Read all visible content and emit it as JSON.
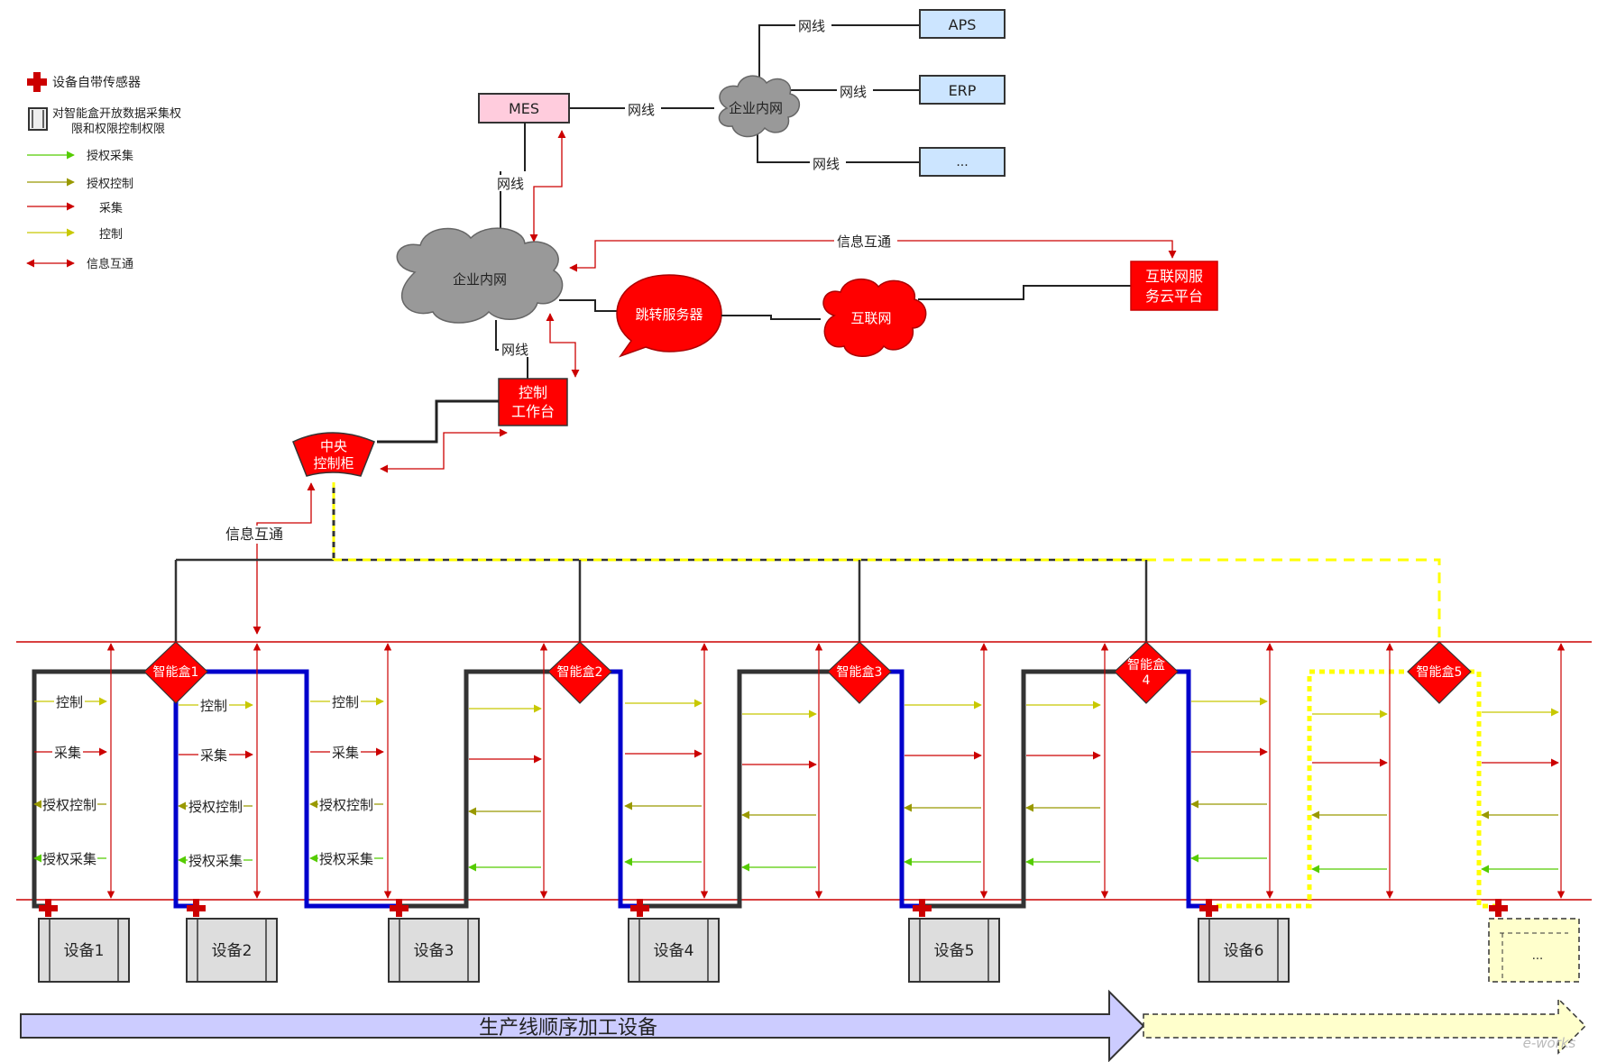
{
  "legend": [
    {
      "label": "设备自带传感器",
      "icon": "red-cross-icon"
    },
    {
      "label": "对智能盒开放数据采集权限和权限控制权限",
      "icon": "box-icon",
      "lines": [
        "对智能盒开放数据采集权",
        "限和权限控制权限"
      ]
    },
    {
      "label": "授权采集",
      "icon": "green-arrow-icon"
    },
    {
      "label": "授权控制",
      "icon": "olive-arrow-icon"
    },
    {
      "label": "采集",
      "icon": "red-arrow-icon"
    },
    {
      "label": "控制",
      "icon": "yellow-arrow-icon"
    },
    {
      "label": "信息互通",
      "icon": "double-arrow-icon"
    }
  ],
  "network": {
    "aps": "APS",
    "erp": "ERP",
    "ellipsis": "...",
    "mes": "MES",
    "wire": "网线",
    "intranet_top": "企业内网",
    "intranet_main": "企业内网",
    "jump_server": "跳转服务器",
    "internet": "互联网",
    "cloud_platform_lines": [
      "互联网服",
      "务云平台"
    ],
    "info_exchange_top": "信息互通",
    "control_console_lines": [
      "控制",
      "工作台"
    ],
    "central_cabinet_lines": [
      "中央",
      "控制柜"
    ],
    "info_exchange_left": "信息互通"
  },
  "smart_boxes": [
    "智能盒1",
    "智能盒2",
    "智能盒3",
    "智能盒4",
    "智能盒5"
  ],
  "smart_box4_lines": [
    "智能盒",
    "4"
  ],
  "devices": [
    "设备1",
    "设备2",
    "设备3",
    "设备4",
    "设备5",
    "设备6",
    "..."
  ],
  "arrow_labels": {
    "control": "控制",
    "collect": "采集",
    "auth_control": "授权控制",
    "auth_collect": "授权采集"
  },
  "production_line": "生产线顺序加工设备",
  "watermark": "e-works",
  "colors": {
    "red": "#ff0000",
    "dark_red": "#cc0000",
    "blue": "#0000cc",
    "yellow": "#ffff00",
    "light_blue": "#cce5ff",
    "pink": "#ffccdd",
    "gray": "#999999",
    "lavender": "#ccccff",
    "cream": "#ffffcc"
  }
}
